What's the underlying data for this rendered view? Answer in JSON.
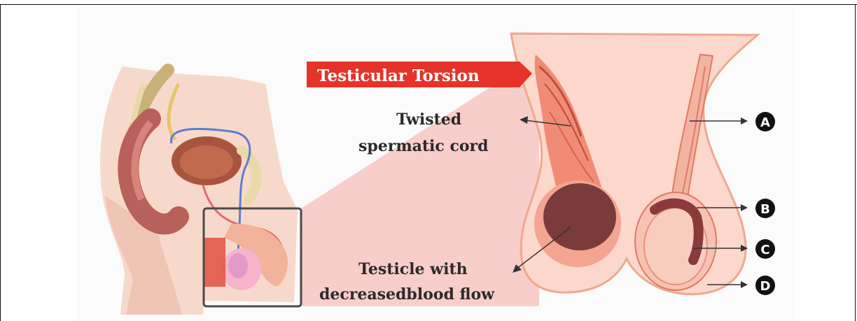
{
  "diagram": {
    "title": "Testicular Torsion",
    "labels": {
      "twisted_cord_line1": "Twisted",
      "twisted_cord_line2": "spermatic cord",
      "testicle_line1": "Testicle with",
      "testicle_line2": "decreasedblood flow"
    },
    "markers": [
      "A",
      "B",
      "C",
      "D"
    ],
    "colors": {
      "badge": "#e5332a",
      "skin": "#f7d9cc",
      "flesh": "#f2a08c",
      "testicle_dark": "#7a3b3b",
      "outline": "#e07a5f",
      "zoom_cone": "#f6c6c0"
    }
  }
}
